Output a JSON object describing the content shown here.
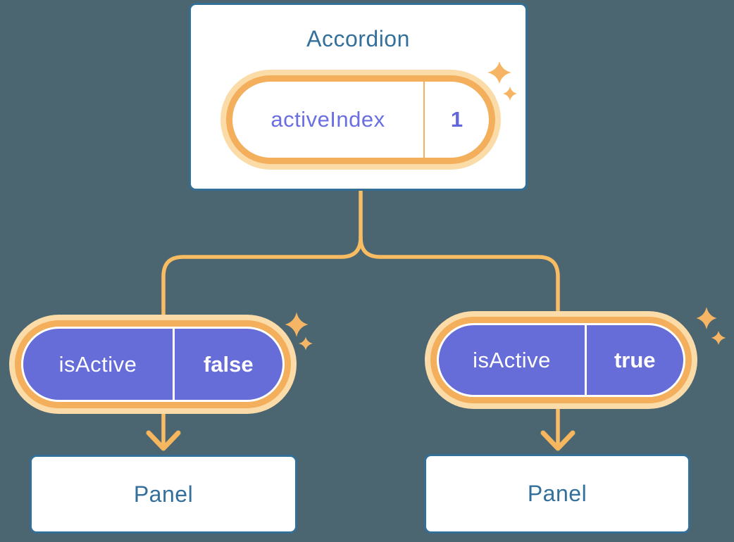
{
  "palette": {
    "background": "#4C6671",
    "box_border_blue": "#336F96",
    "box_text_blue": "#33709B",
    "pill_purple": "#666CD8",
    "state_text_purple": "#6A6FE2",
    "ring_orange": "#F3AF5B",
    "ring_light_orange": "#FBDCA9",
    "line_orange": "#F8BC62",
    "sparkle_orange": "#F5B564",
    "pill_text_white": "#FFFFFF"
  },
  "accordion": {
    "title": "Accordion",
    "state": {
      "name": "activeIndex",
      "value": "1"
    }
  },
  "branches": [
    {
      "prop": {
        "name": "isActive",
        "value": "false"
      },
      "panel_label": "Panel"
    },
    {
      "prop": {
        "name": "isActive",
        "value": "true"
      },
      "panel_label": "Panel"
    }
  ],
  "icons": {
    "sparkles": "sparkles-icon",
    "arrows": "arrow-down-icon"
  }
}
